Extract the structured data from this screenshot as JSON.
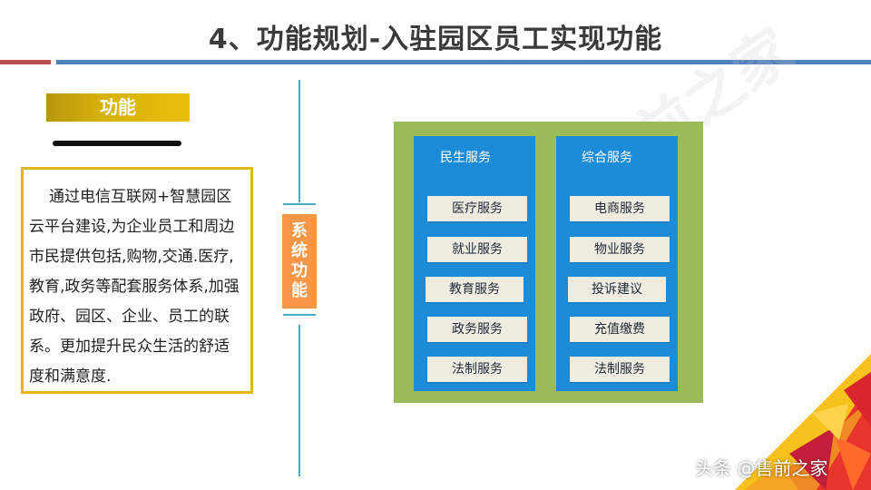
{
  "slide": {
    "title": "4、功能规划-入驻园区员工实现功能",
    "watermark": "售前之家"
  },
  "left": {
    "label": "功能",
    "description": "通过电信互联网+智慧园区云平台建设,为企业员工和周边市民提供包括,购物,交通.医疗,教育,政务等配套服务体系,加强政府、园区、企业、员工的联系。更加提升民众生活的舒适度和满意度."
  },
  "center": {
    "system_label": "系统功能"
  },
  "columns": [
    {
      "title": "民生服务",
      "items": [
        "医疗服务",
        "就业服务",
        "教育服务",
        "政务服务",
        "法制服务"
      ]
    },
    {
      "title": "综合服务",
      "items": [
        "电商服务",
        "物业服务",
        "投诉建议",
        "充值缴费",
        "法制服务"
      ]
    }
  ],
  "footer": {
    "credit": "头条 @售前之家"
  },
  "colors": {
    "accent_blue": "#4f81bd",
    "accent_red": "#c0504d",
    "panel_green": "#9bbb59",
    "column_blue": "#1c8bd8",
    "label_gold": "#d8b20b",
    "system_orange": "#f79646",
    "divider_teal": "#4bacc6"
  }
}
